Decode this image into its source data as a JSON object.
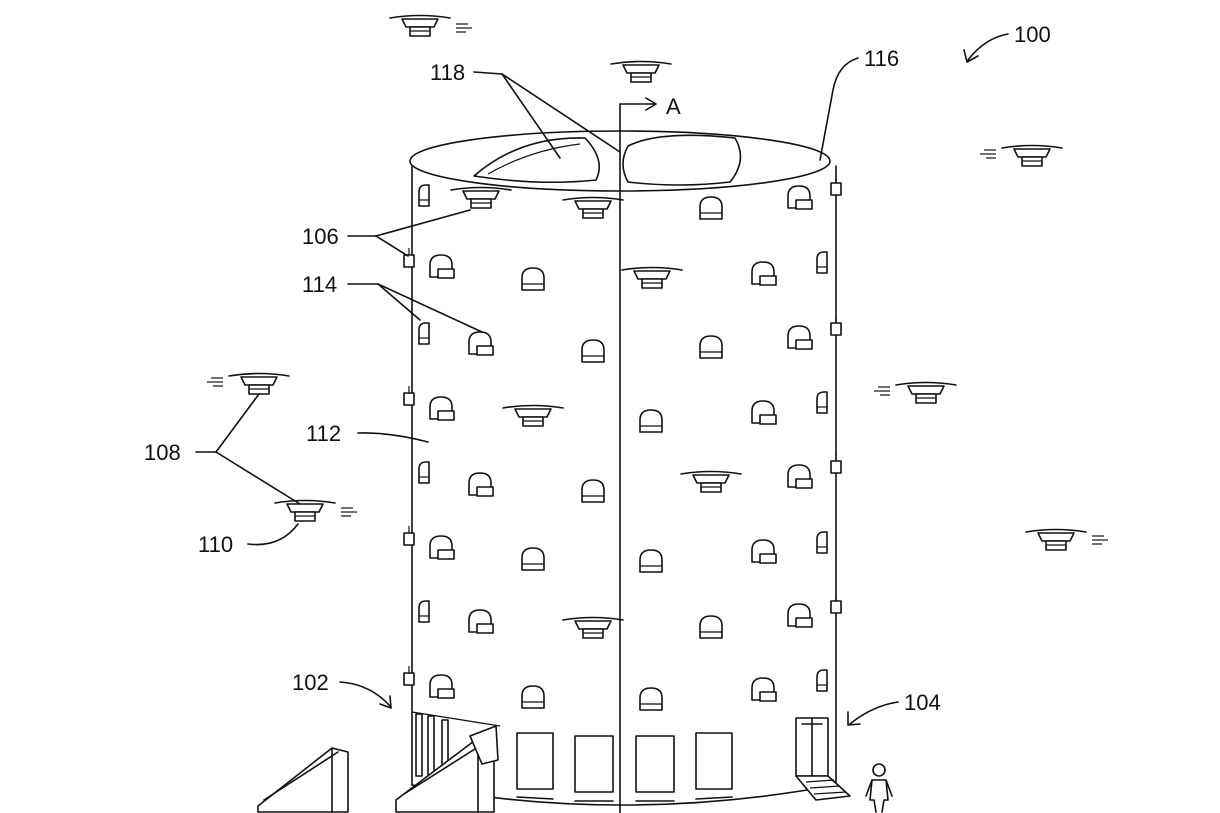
{
  "figure": {
    "reference_numerals": {
      "r100": "100",
      "r102": "102",
      "r104": "104",
      "r106": "106",
      "r108": "108",
      "r110": "110",
      "r112": "112",
      "r114": "114",
      "r116": "116",
      "r118": "118"
    },
    "section_label": "A"
  }
}
